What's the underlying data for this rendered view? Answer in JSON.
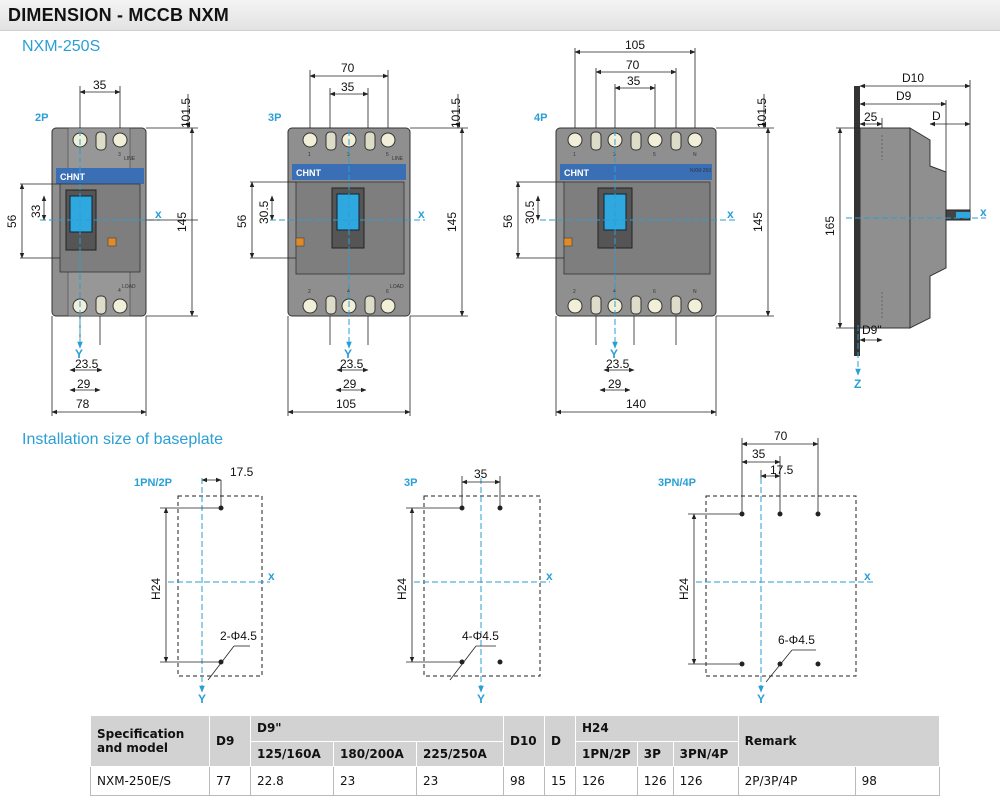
{
  "page": {
    "title": "DIMENSION - MCCB NXM"
  },
  "drawing": {
    "model_heading": "NXM-250S",
    "baseplate_heading": "Installation size of baseplate",
    "brand": "CHNT",
    "views": {
      "p2": {
        "poles": "2P",
        "top_width": "35",
        "height_top": "101.5",
        "height_total": "145",
        "left_outer": "56",
        "left_inner": "33",
        "bottom_a": "23.5",
        "bottom_b": "29",
        "bottom_width": "78",
        "line_label": "LINE",
        "load_label": "LOAD",
        "terminal_top": "3",
        "terminal_bottom": "4"
      },
      "p3": {
        "poles": "3P",
        "top_outer": "70",
        "top_inner": "35",
        "height_top": "101.5",
        "height_total": "145",
        "left_outer": "56",
        "left_inner": "30.5",
        "bottom_a": "23.5",
        "bottom_b": "29",
        "bottom_width": "105",
        "line_label": "LINE",
        "load_label": "LOAD",
        "terminals_top": [
          "1",
          "3",
          "5"
        ],
        "terminals_bottom": [
          "2",
          "4",
          "6"
        ]
      },
      "p4": {
        "poles": "4P",
        "top_outer": "105",
        "top_mid": "70",
        "top_inner": "35",
        "height_top": "101.5",
        "height_total": "145",
        "left_outer": "56",
        "left_inner": "30.5",
        "bottom_a": "23.5",
        "bottom_b": "29",
        "bottom_width": "140",
        "model_mark": "NXM-250",
        "terminals_top": [
          "1",
          "3",
          "5",
          "N"
        ],
        "terminals_bottom": [
          "2",
          "4",
          "6",
          "N"
        ]
      },
      "side": {
        "d10": "D10",
        "d9": "D9",
        "d25": "25",
        "d": "D",
        "height": "165",
        "d9pp": "D9\""
      }
    },
    "axes": {
      "x": "x",
      "y": "Y",
      "z": "Z"
    },
    "baseplates": {
      "b1": {
        "label": "1PN/2P",
        "offset": "17.5",
        "height": "H24",
        "holes": "2-Φ4.5"
      },
      "b2": {
        "label": "3P",
        "offset": "35",
        "height": "H24",
        "holes": "4-Φ4.5"
      },
      "b3": {
        "label": "3PN/4P",
        "outer": "70",
        "mid": "35",
        "inner": "17.5",
        "height": "H24",
        "holes": "6-Φ4.5"
      }
    }
  },
  "table": {
    "headers": {
      "spec_line1": "Specification",
      "spec_line2": "and model",
      "d9": "D9",
      "d9pp": "D9\"",
      "d10": "D10",
      "d": "D",
      "h24": "H24",
      "remark": "Remark",
      "sub_125": "125/160A",
      "sub_180": "180/200A",
      "sub_225": "225/250A",
      "sub_1pn2p": "1PN/2P",
      "sub_3p": "3P",
      "sub_3pn4p": "3PN/4P"
    },
    "rows": [
      {
        "model": "NXM-250E/S",
        "d9": "77",
        "d9pp_125": "22.8",
        "d9pp_180": "23",
        "d9pp_225": "23",
        "d10": "98",
        "d": "15",
        "h24_1pn2p": "126",
        "h24_3p": "126",
        "h24_3pn4p": "126",
        "remark_poles": "2P/3P/4P",
        "remark_value": "98"
      }
    ]
  }
}
